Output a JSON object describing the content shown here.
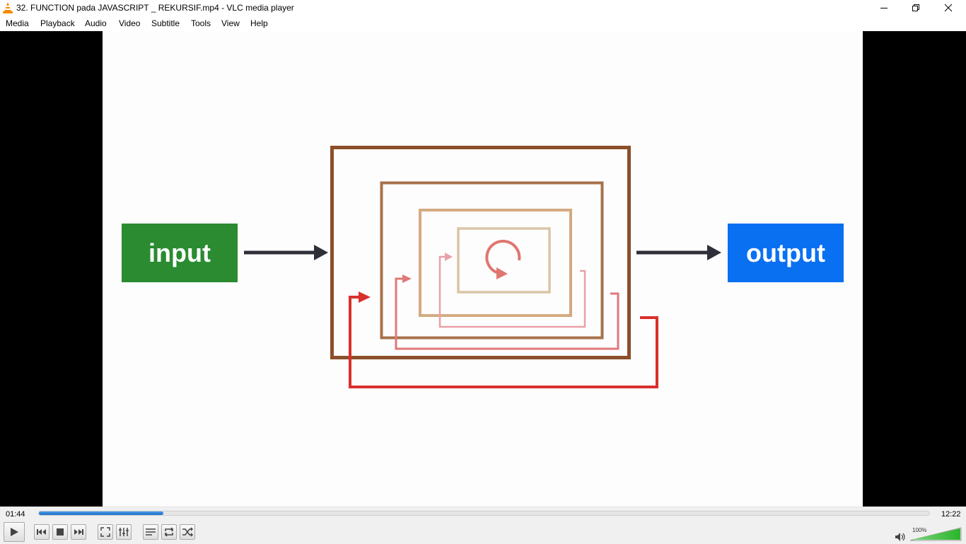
{
  "window": {
    "title": "32. FUNCTION pada JAVASCRIPT _ REKURSIF.mp4 - VLC media player",
    "app_icon": "vlc-cone-icon",
    "buttons": [
      "minimize-icon",
      "restore-icon",
      "close-icon"
    ]
  },
  "menu": {
    "items": [
      "Media",
      "Playback",
      "Audio",
      "Video",
      "Subtitle",
      "Tools",
      "View",
      "Help"
    ]
  },
  "video": {
    "diagram": {
      "input_label": "input",
      "output_label": "output",
      "colors": {
        "input_box": "#2a8b31",
        "output_box": "#0a70f2",
        "arrow": "#2f2f3a",
        "frame_outer": "#8b4f2a",
        "frame_2": "#a8714c",
        "frame_3": "#d4aa80",
        "frame_inner": "#dbc4a6",
        "loop_outer": "#d9302c",
        "loop_mid": "#e07979",
        "loop_inner": "#e9a0a8",
        "recursion_icon": "#e07670"
      }
    }
  },
  "controls": {
    "current_time": "01:44",
    "total_time": "12:22",
    "progress_fraction": 0.14,
    "volume_label": "100%",
    "volume_fraction": 1.0,
    "accent": "#1f6fc4",
    "buttons": [
      "play-icon",
      "previous-icon",
      "stop-icon",
      "next-icon",
      "fullscreen-icon",
      "extended-settings-icon",
      "playlist-icon",
      "loop-icon",
      "shuffle-icon",
      "volume-icon"
    ]
  }
}
